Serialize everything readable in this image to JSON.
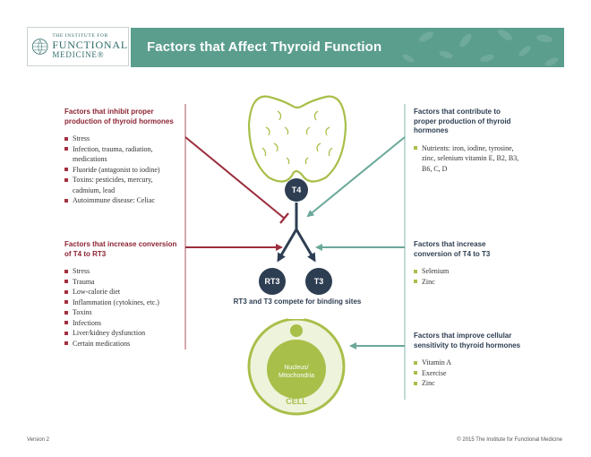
{
  "header": {
    "logo_small": "THE INSTITUTE FOR",
    "logo_line1": "FUNCTIONAL",
    "logo_line2": "MEDICINE®",
    "title": "Factors that Affect Thyroid Function"
  },
  "left_top": {
    "heading": "Factors that inhibit proper production of thyroid hormones",
    "items": [
      "Stress",
      "Infection, trauma, radiation, medications",
      "Fluoride (antagonist to iodine)",
      "Toxins: pesticides, mercury, cadmium, lead",
      "Autoimmune disease: Celiac"
    ]
  },
  "left_bottom": {
    "heading": "Factors that increase conversion of T4 to RT3",
    "items": [
      "Stress",
      "Trauma",
      "Low-calorie diet",
      "Inflammation (cytokines, etc.)",
      "Toxins",
      "Infections",
      "Liver/kidney dysfunction",
      "Certain medications"
    ]
  },
  "right_top": {
    "heading": "Factors that contribute to proper production of thyroid hormones",
    "items": [
      "Nutrients: iron, iodine, tyrosine, zinc, selenium vitamin E, B2, B3, B6, C, D"
    ]
  },
  "right_mid": {
    "heading": "Factors that increase conversion of T4 to T3",
    "items": [
      "Selenium",
      "Zinc"
    ]
  },
  "right_bottom": {
    "heading": "Factors that improve cellular sensitivity to thyroid hormones",
    "items": [
      "Vitamin A",
      "Exercise",
      "Zinc"
    ]
  },
  "diagram": {
    "t4_label": "T4",
    "rt3_label": "RT3",
    "t3_label": "T3",
    "caption": "RT3 and T3 compete for binding sites",
    "nucleus_line1": "Nucleus/",
    "nucleus_line2": "Mitochondria",
    "cell_label": "CELL"
  },
  "footer": {
    "version": "Version 2",
    "copyright": "© 2015 The Institute for Functional Medicine"
  },
  "colors": {
    "banner": "#5b9e8e",
    "navy": "#2e3e52",
    "red_arrow": "#9b2d3c",
    "teal_arrow": "#6aa89a",
    "olive": "#a8bf4a",
    "cell_fill": "#eef3dc"
  }
}
